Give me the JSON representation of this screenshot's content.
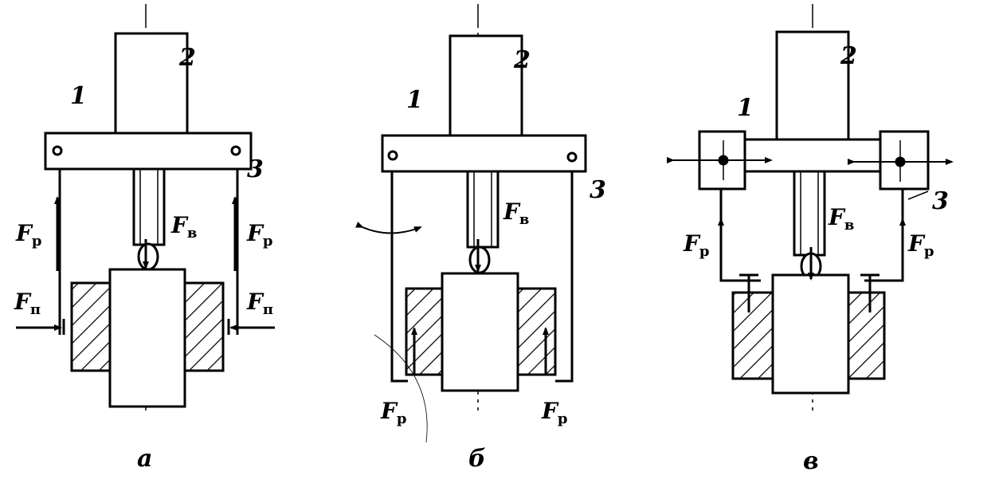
{
  "figures": [
    {
      "caption": "а",
      "labels": {
        "crossbar": "1",
        "screw_body": "2",
        "leg": "3",
        "force_pull": "F",
        "force_pull_sub": "р",
        "force_screw": "F",
        "force_screw_sub": "в",
        "force_press": "F",
        "force_press_sub": "п"
      }
    },
    {
      "caption": "б",
      "labels": {
        "crossbar": "1",
        "screw_body": "2",
        "leg": "3",
        "force_pull": "F",
        "force_pull_sub": "р",
        "force_screw": "F",
        "force_screw_sub": "в"
      }
    },
    {
      "caption": "в",
      "labels": {
        "crossbar": "1",
        "screw_body": "2",
        "leg": "3",
        "force_pull": "F",
        "force_pull_sub": "р",
        "force_screw": "F",
        "force_screw_sub": "в"
      }
    }
  ]
}
